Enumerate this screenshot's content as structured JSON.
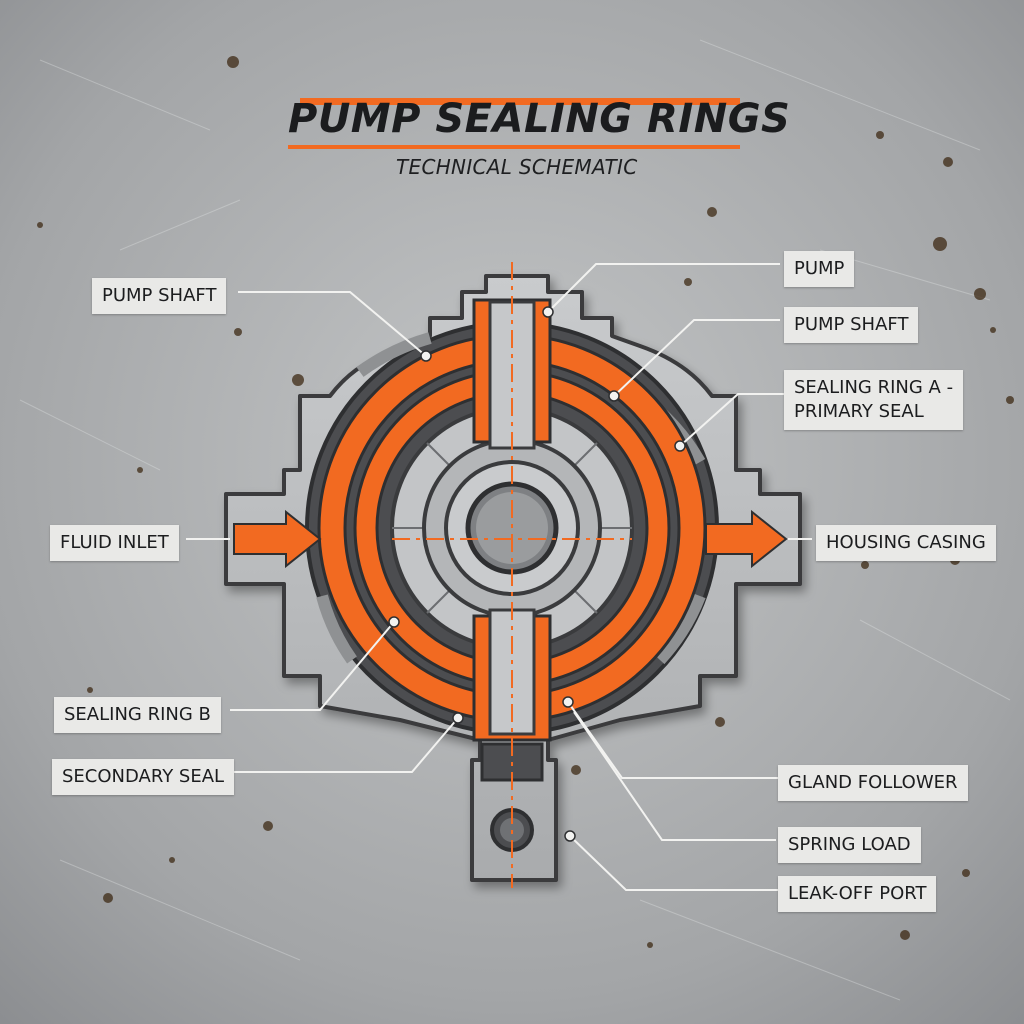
{
  "title": {
    "part1": "PUMP",
    "part2": "SEALING RINGS"
  },
  "subtitle": "TECHNICAL SCHEMATIC",
  "labels": {
    "pump_shaft_left": "PUMP SHAFT",
    "pump": "PUMP",
    "pump_shaft_right": "PUMP SHAFT",
    "sealing_ring_a_line1": "SEALING RING A -",
    "sealing_ring_a_line2": "PRIMARY SEAL",
    "fluid_inlet": "FLUID INLET",
    "housing_casing": "HOUSING CASING",
    "sealing_ring_b": "SEALING RING B",
    "secondary_seal": "SECONDARY SEAL",
    "gland_follower": "GLAND FOLLOWER",
    "spring_load": "SPRING LOAD",
    "leak_off_port": "LEAK-OFF PORT"
  },
  "colors": {
    "accent": "#f26a21",
    "metal": "#b9bbbd",
    "outline": "#3a3b3d",
    "label_bg": "#e9e9e7",
    "text": "#1c1d1f"
  }
}
